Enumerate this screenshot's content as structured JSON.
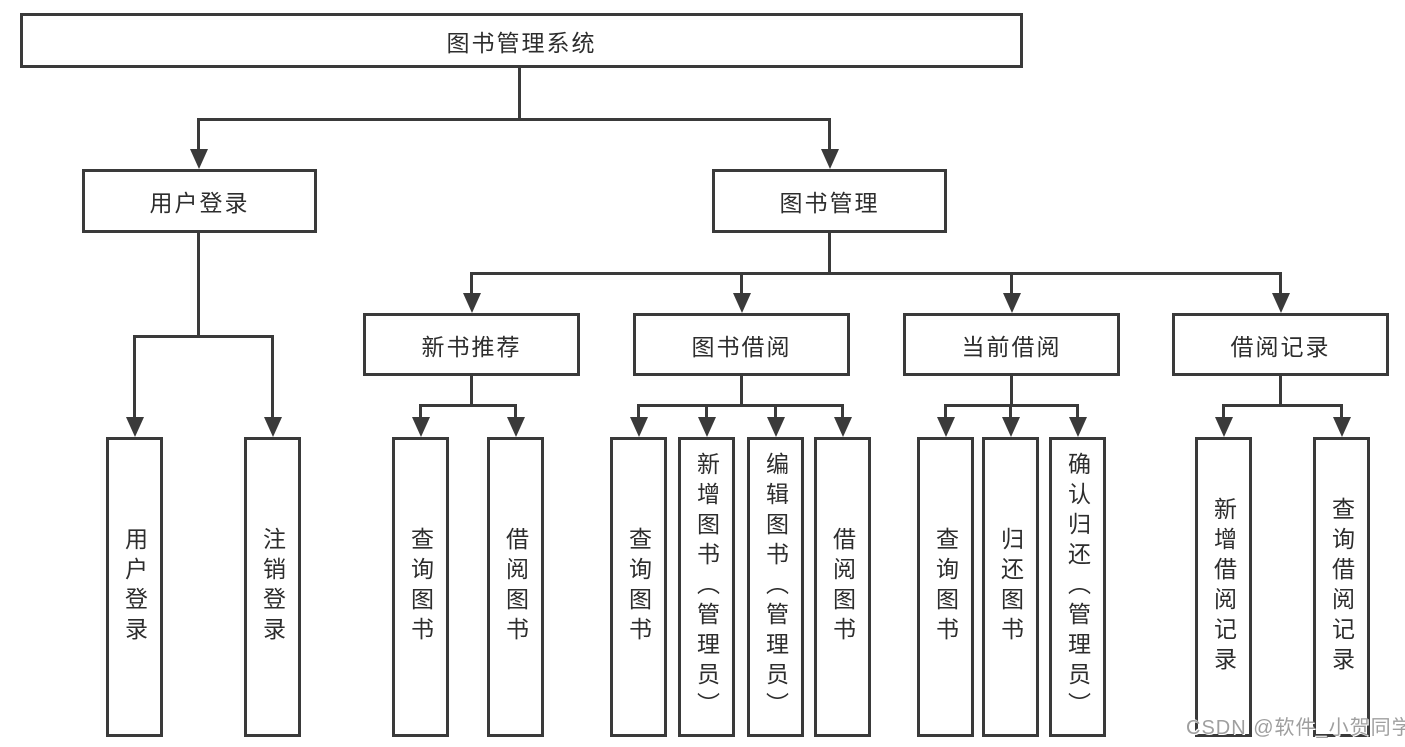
{
  "colors": {
    "line": "#3a3a3a",
    "text": "#2d2d2d",
    "background": "#ffffff",
    "watermark": "#9f9f9f"
  },
  "tree": {
    "root": {
      "label": "图书管理系统"
    },
    "children": [
      {
        "label": "用户登录",
        "children": [
          {
            "label": "用户登录"
          },
          {
            "label": "注销登录"
          }
        ]
      },
      {
        "label": "图书管理",
        "children": [
          {
            "label": "新书推荐",
            "children": [
              {
                "label": "查询图书"
              },
              {
                "label": "借阅图书"
              }
            ]
          },
          {
            "label": "图书借阅",
            "children": [
              {
                "label": "查询图书"
              },
              {
                "label": "新增图书（管理员）"
              },
              {
                "label": "编辑图书（管理员）"
              },
              {
                "label": "借阅图书"
              }
            ]
          },
          {
            "label": "当前借阅",
            "children": [
              {
                "label": "查询图书"
              },
              {
                "label": "归还图书"
              },
              {
                "label": "确认归还（管理员）"
              }
            ]
          },
          {
            "label": "借阅记录",
            "children": [
              {
                "label": "新增借阅记录"
              },
              {
                "label": "查询借阅记录"
              }
            ]
          }
        ]
      }
    ]
  },
  "watermark": {
    "text": "CSDN @软件_小贺同学"
  }
}
